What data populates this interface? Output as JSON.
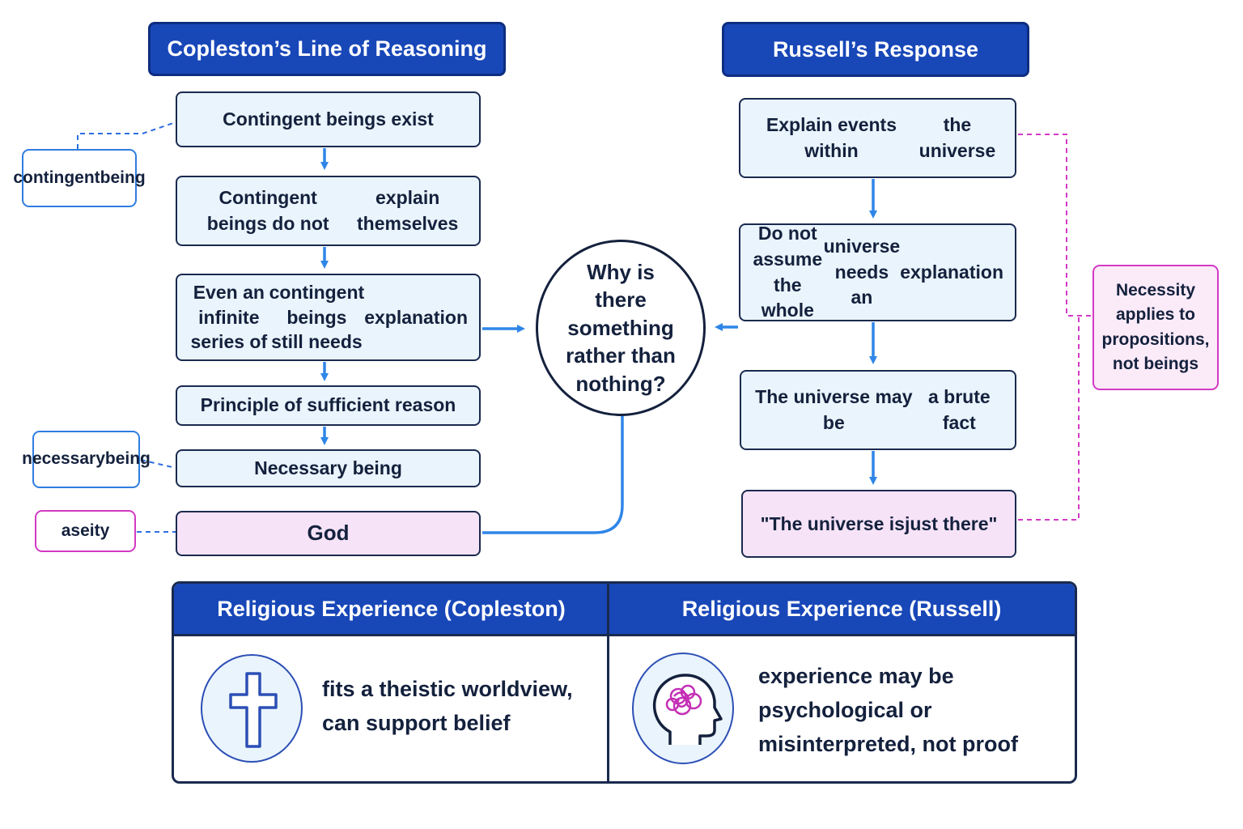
{
  "copleston": {
    "header": "Copleston’s Line of Reasoning",
    "steps": [
      {
        "lines": [
          "Contingent beings exist"
        ]
      },
      {
        "lines": [
          "Contingent beings do not",
          "explain themselves"
        ]
      },
      {
        "lines": [
          "Even an infinite series of",
          "contingent beings still needs",
          "explanation"
        ]
      },
      {
        "lines": [
          "Principle of sufficient reason"
        ]
      },
      {
        "lines": [
          "Necessary being"
        ]
      },
      {
        "lines": [
          "God"
        ]
      }
    ],
    "tags": {
      "contingent": [
        "contingent",
        "being"
      ],
      "necessary": [
        "necessary",
        "being"
      ],
      "aseity": "aseity"
    }
  },
  "center_question": [
    "Why is",
    "there something",
    "rather than",
    "nothing?"
  ],
  "russell": {
    "header": "Russell’s Response",
    "steps": [
      {
        "lines": [
          "Explain events within",
          "the universe"
        ]
      },
      {
        "lines": [
          "Do not assume the whole",
          "universe needs an",
          "explanation"
        ]
      },
      {
        "lines": [
          "The universe may be",
          "a brute fact"
        ]
      },
      {
        "lines": [
          "\"The universe is",
          "just there\""
        ]
      }
    ],
    "note": [
      "Necessity",
      "applies to",
      "propositions,",
      "not beings"
    ]
  },
  "religious_experience": {
    "left_header": "Religious Experience (Copleston)",
    "right_header": "Religious Experience (Russell)",
    "left_text": [
      "fits a theistic worldview,",
      "can support belief"
    ],
    "right_text": [
      "experience may be",
      "psychological or",
      "misinterpreted, not proof"
    ],
    "left_icon": "cross-icon",
    "right_icon": "head-brain-icon"
  },
  "colors": {
    "header_blue": "#1847b8",
    "node_fill": "#eaf4fc",
    "highlight_pink": "#f6e3f8",
    "arrow_blue": "#2f86e8",
    "accent_magenta": "#d23ac4"
  }
}
